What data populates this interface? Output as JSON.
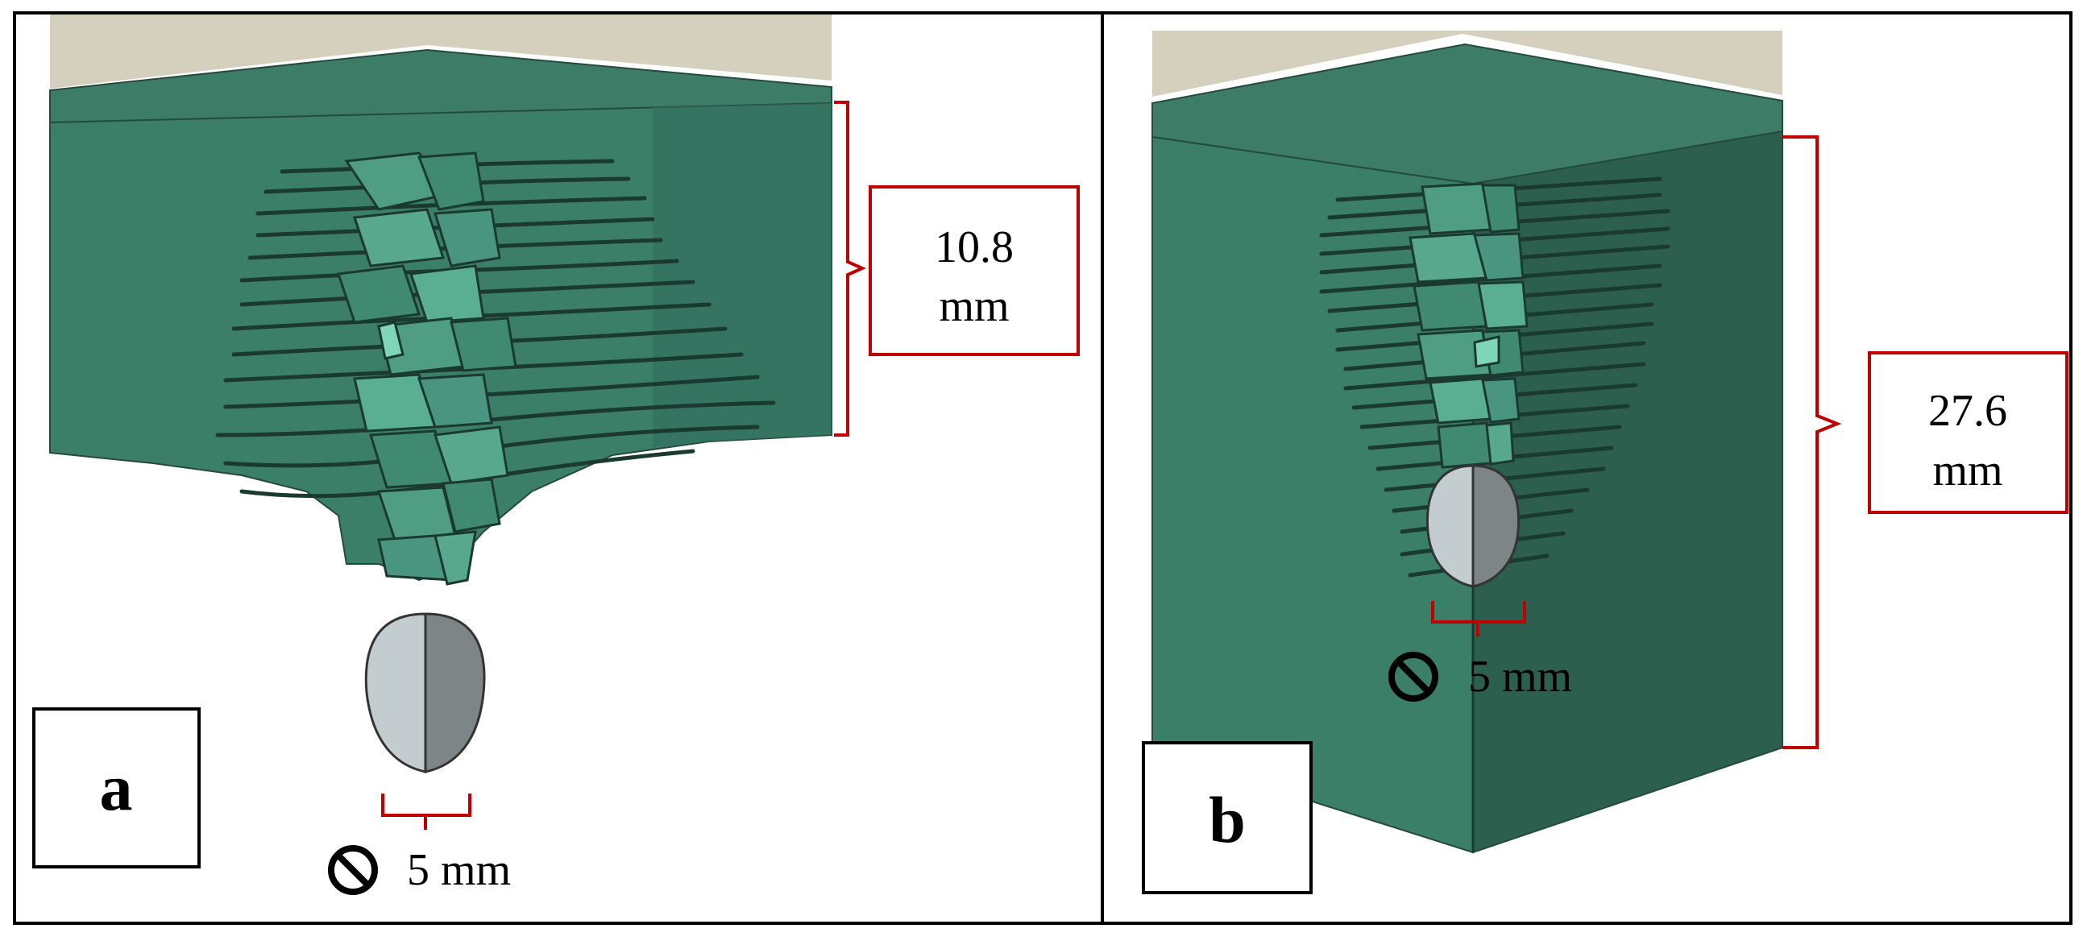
{
  "panels": [
    {
      "id": "a",
      "label": "a",
      "depth_value": "10.8",
      "depth_unit": "mm",
      "diameter_text": "5 mm",
      "diameter_symbol": "⊘"
    },
    {
      "id": "b",
      "label": "b",
      "depth_value": "27.6",
      "depth_unit": "mm",
      "diameter_text": "5 mm",
      "diameter_symbol": "⊘"
    }
  ],
  "colors": {
    "target_front": "#3b7f69",
    "target_side": "#2d5f4f",
    "target_top": "#3d7d67",
    "target_back": "#d4d0bd",
    "crack": "#1b3a2f",
    "fragment": "#4f9e84",
    "fragment_light": "#7fd7b8",
    "projectile_light": "#c3cccf",
    "projectile_dark": "#7e8586",
    "annotation": "#c00000",
    "frame": "#000000"
  }
}
